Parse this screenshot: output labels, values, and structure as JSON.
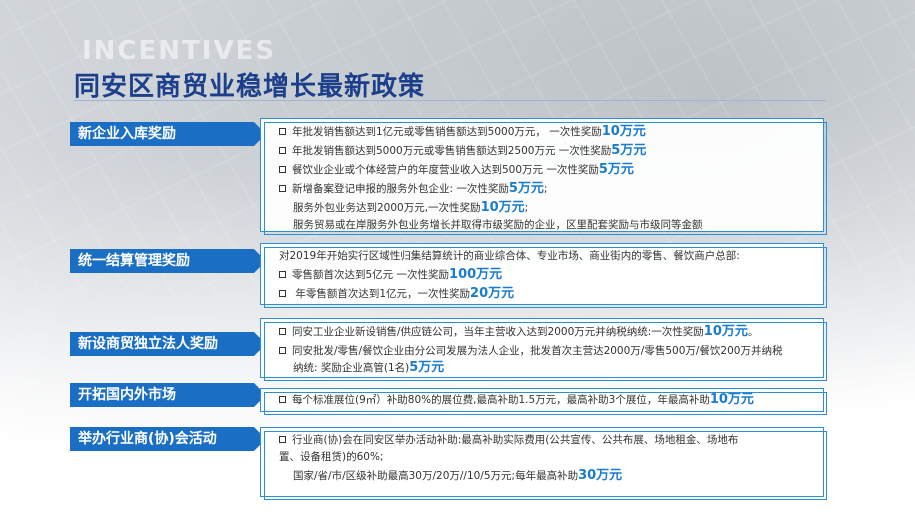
{
  "watermark": "INCENTIVES",
  "title": "同安区商贸业稳增长最新政策",
  "sections": [
    {
      "label": "新企业入库奖励",
      "lines": [
        {
          "t": "年批发销售额达到1亿元或零售销售额达到5000万元，    一次性奖励",
          "h": "10万元",
          "a": ""
        },
        {
          "t": "年批发销售额达到5000万元或零售销售额达到2500万元  一次性奖励",
          "h": "5万元",
          "a": ""
        },
        {
          "t": "餐饮业企业或个体经营户的年度营业收入达到500万元      一次性奖励",
          "h": "5万元",
          "a": ""
        },
        {
          "t": "新增备案登记申报的服务外包企业: 一次性奖励",
          "h": "5万元",
          "a": ";"
        },
        {
          "t": "服务外包业务达到2000万元,一次性奖励",
          "h": "10万元",
          "a": ";"
        },
        {
          "t": "服务贸易或在岸服务外包业务增长并取得市级奖励的企业，区里配套奖励与市级同等金额",
          "h": "",
          "a": ""
        }
      ]
    },
    {
      "label": "统一结算管理奖励",
      "lines": [
        {
          "t": "对2019年开始实行区域性归集结算统计的商业综合体、专业市场、商业街内的零售、餐饮商户总部:",
          "h": "",
          "a": ""
        },
        {
          "t": "零售额首次达到5亿元       一次性奖励",
          "h": "100万元",
          "a": ""
        },
        {
          "t": " 年零售额首次达到1亿元，一次性奖励",
          "h": "20万元",
          "a": ""
        }
      ]
    },
    {
      "label": "新设商贸独立法人奖励",
      "lines": [
        {
          "t": "同安工业企业新设销售/供应链公司，当年主营收入达到2000万元并纳税纳统:一次性奖励",
          "h": "10万元",
          "a": "。"
        },
        {
          "t": "同安批发/零售/餐饮企业由分公司发展为法人企业，批发首次主营达2000万/零售500万/餐饮200万并纳税",
          "h": "",
          "a": ""
        },
        {
          "t": "纳统: 奖励企业高管(1名)",
          "h": "5万元",
          "a": ""
        }
      ]
    },
    {
      "label": "开拓国内外市场",
      "lines": [
        {
          "t": "每个标准展位(9㎡）补助80%的展位费,最高补助1.5万元，最高补助3个展位，年最高补助",
          "h": "10万元",
          "a": ""
        }
      ]
    },
    {
      "label": "举办行业商(协)会活动",
      "lines": [
        {
          "t": "行业商(协)会在同安区举办活动补助:最高补助实际费用(公共宣传、公共布展、场地租金、场地布",
          "h": "",
          "a": ""
        },
        {
          "t": "置、设备租赁)的60%;",
          "h": "",
          "a": ""
        },
        {
          "t": "国家/省/市/区级补助最高30万/20万//10/5万元;每年最高补助",
          "h": "30万元",
          "a": ""
        }
      ]
    }
  ]
}
